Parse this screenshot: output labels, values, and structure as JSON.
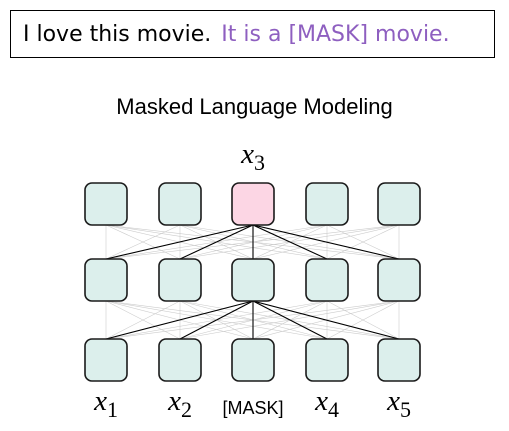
{
  "prompt": {
    "sentence": "I love this movie.",
    "template": "It is a [MASK] movie."
  },
  "diagram": {
    "title": "Masked Language Modeling",
    "output_label": {
      "var": "x",
      "sub": "3"
    },
    "input_labels": [
      {
        "var": "x",
        "sub": "1",
        "text": ""
      },
      {
        "var": "x",
        "sub": "2",
        "text": ""
      },
      {
        "var": "",
        "sub": "",
        "text": "[MASK]"
      },
      {
        "var": "x",
        "sub": "4",
        "text": ""
      },
      {
        "var": "x",
        "sub": "5",
        "text": ""
      }
    ],
    "highlighted_output_index": 2,
    "colors": {
      "node_fill": "#dcefec",
      "highlight_fill": "#fcd6e4",
      "node_stroke": "#1a1a1a",
      "edge_strong": "#000000",
      "edge_faint": "#cccccc",
      "template_text": "#8e5fc0"
    }
  }
}
